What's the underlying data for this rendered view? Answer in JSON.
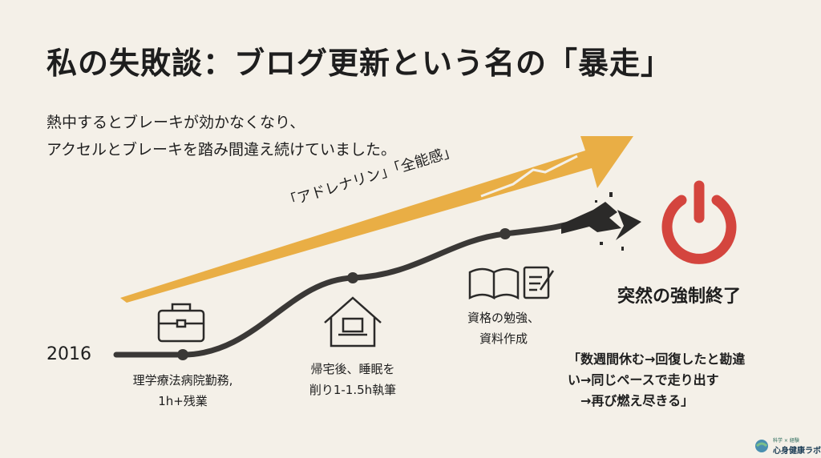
{
  "title": "私の失敗談：ブログ更新という名の「暴走」",
  "subtitle": [
    "熱中するとブレーキが効かなくなり、",
    "アクセルとブレーキを踏み間違え続けていました。"
  ],
  "arrow_label": "「アドレナリン」「全能感」",
  "year": "2016",
  "milestones": [
    {
      "icon": "briefcase-icon",
      "lines": [
        "理学療法病院勤務,",
        "1h+残業"
      ]
    },
    {
      "icon": "house-laptop-icon",
      "lines": [
        "帰宅後、睡眠を",
        "削り1-1.5h執筆"
      ]
    },
    {
      "icon": "book-notepad-icon",
      "lines": [
        "資格の勉強、",
        "資料作成"
      ]
    }
  ],
  "shutdown": {
    "icon": "power-icon",
    "label": "突然の強制終了"
  },
  "quote": [
    "「数週間休む→回復したと勘違",
    "い→同じペースで走り出す",
    "→再び燃え尽きる」"
  ],
  "logo": {
    "top": "科学 × 経験",
    "name": "心身健康ラボ"
  },
  "colors": {
    "background": "#f4f0e8",
    "arrow": "#e9ae45",
    "line": "#3a3836",
    "power": "#d4453e"
  }
}
